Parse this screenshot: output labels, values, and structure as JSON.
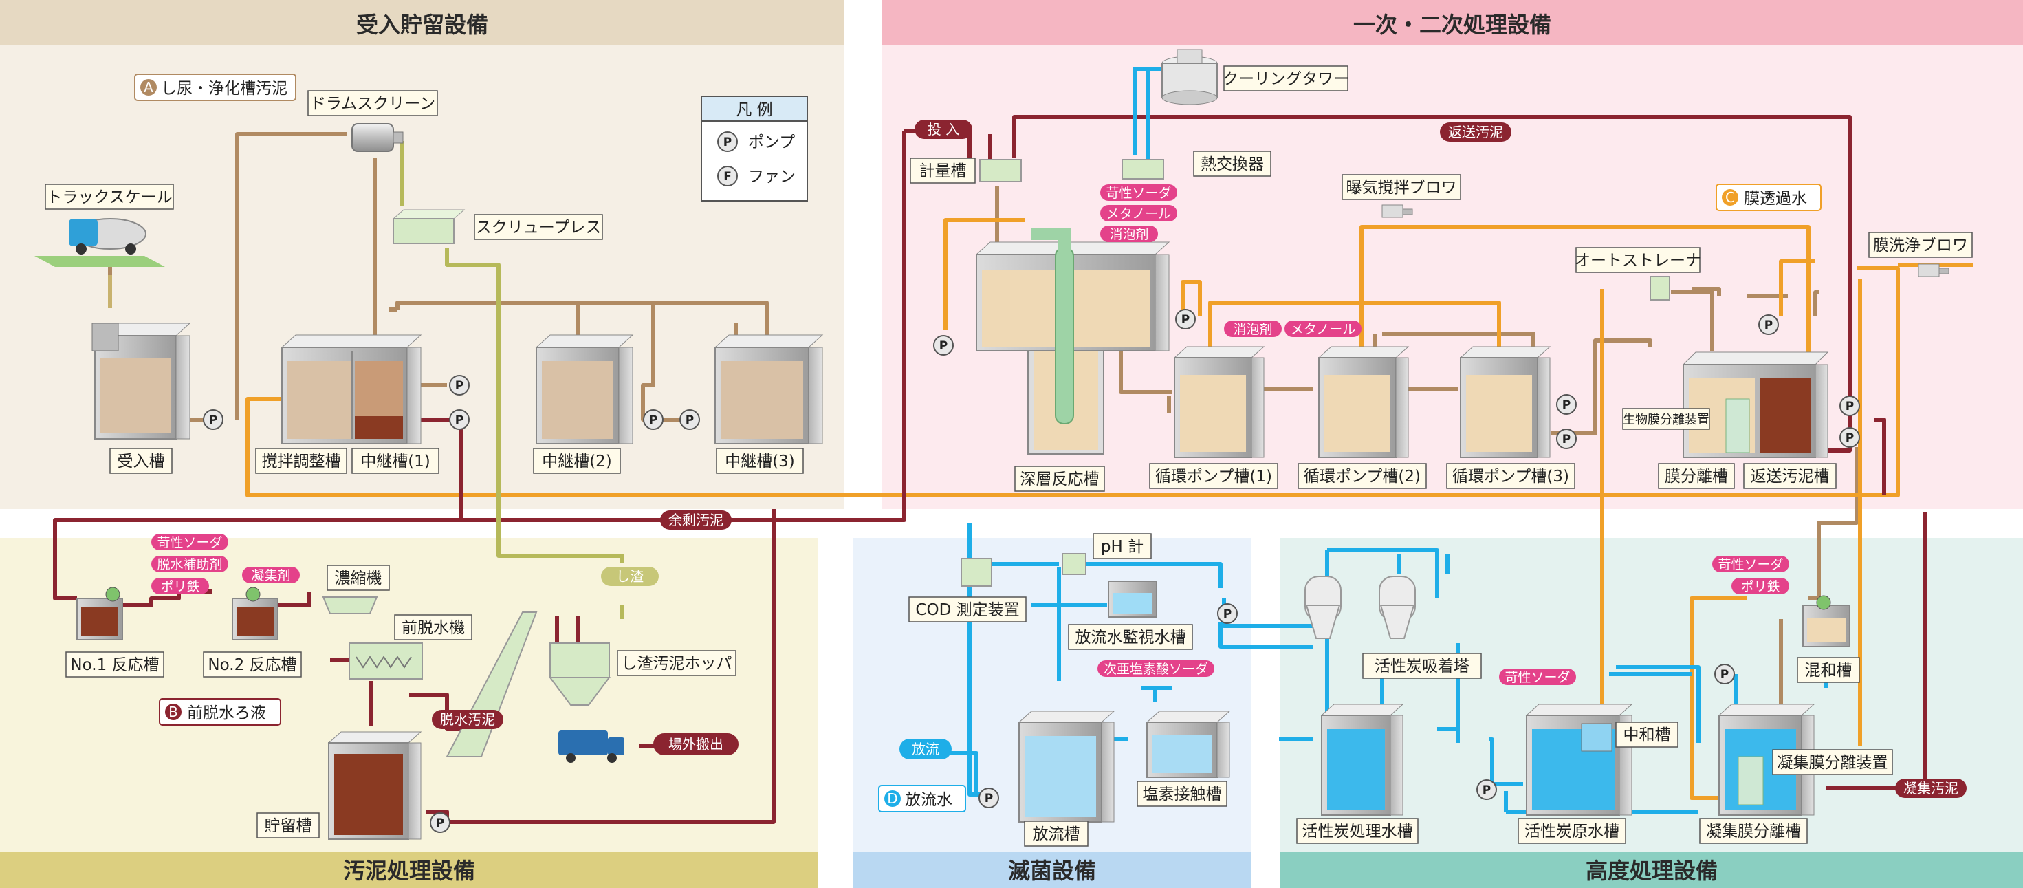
{
  "sections": {
    "receiving": "受入貯留設備",
    "primary_secondary": "一次・二次処理設備",
    "sludge": "汚泥処理設備",
    "disinfection": "滅菌設備",
    "advanced": "高度処理設備"
  },
  "legend": {
    "title": "凡 例",
    "pump_symbol": "P",
    "pump": "ポンプ",
    "fan_symbol": "F",
    "fan": "ファン"
  },
  "circle_marks": {
    "a": "A",
    "b": "B",
    "c": "C",
    "d": "D"
  },
  "inputs": {
    "a_label": "し尿・浄化槽汚泥",
    "b_label": "前脱水ろ液",
    "c_label": "膜透過水",
    "d_label": "放流水"
  },
  "flows": {
    "input": "投 入",
    "return_sludge": "返送汚泥",
    "excess_sludge": "余剰汚泥",
    "coag_sludge": "凝集汚泥",
    "discharge": "放流",
    "offsite": "場外搬出",
    "dewatered_sludge": "脱水汚泥",
    "screenings": "し渣"
  },
  "chemicals": {
    "caustic_soda": "苛性ソーダ",
    "methanol": "メタノール",
    "defoamer": "消泡剤",
    "dewatering_aid": "脱水補助剤",
    "polyferric": "ポリ鉄",
    "coagulant": "凝集剤",
    "hypochlorite": "次亜塩素酸ソーダ"
  },
  "equipment": {
    "truck_scale": "トラックスケール",
    "drum_screen": "ドラムスクリーン",
    "screw_press": "スクリュープレス",
    "receiving_tank": "受入槽",
    "mixing_adjust_tank": "撹拌調整槽",
    "relay_tank_1": "中継槽(1)",
    "relay_tank_2": "中継槽(2)",
    "relay_tank_3": "中継槽(3)",
    "cooling_tower": "クーリングタワー",
    "metering_tank": "計量槽",
    "heat_exchanger": "熱交換器",
    "aeration_blower": "曝気撹拌ブロワ",
    "auto_strainer": "オートストレーナ",
    "membrane_wash_blower": "膜洗浄ブロワ",
    "deep_reactor": "深層反応槽",
    "circ_pump_tank_1": "循環ポンプ槽(1)",
    "circ_pump_tank_2": "循環ポンプ槽(2)",
    "circ_pump_tank_3": "循環ポンプ槽(3)",
    "bio_membrane_unit": "生物膜分離装置",
    "membrane_sep_tank": "膜分離槽",
    "return_sludge_tank": "返送汚泥槽",
    "no1_reactor": "No.1 反応槽",
    "no2_reactor": "No.2 反応槽",
    "thickener": "濃縮機",
    "pre_dewaterer": "前脱水機",
    "storage_tank": "貯留槽",
    "screenings_hopper": "し渣汚泥ホッパ",
    "ph_meter": "pH 計",
    "cod_meter": "COD 測定装置",
    "discharge_monitor_tank": "放流水監視水槽",
    "discharge_tank": "放流槽",
    "chlorine_contact_tank": "塩素接触槽",
    "carbon_adsorption_tower": "活性炭吸着塔",
    "carbon_treated_tank": "活性炭処理水槽",
    "carbon_raw_tank": "活性炭原水槽",
    "neutralization_tank": "中和槽",
    "mixing_tank": "混和槽",
    "coag_membrane_unit": "凝集膜分離装置",
    "coag_membrane_tank": "凝集膜分離槽"
  },
  "colors": {
    "sludge_line": "#8b2430",
    "raw_line": "#b08a62",
    "permeate_line": "#f0a028",
    "water_line": "#1eaee8",
    "screenings_line": "#b6b95a",
    "chem_pink": "#e4428a"
  }
}
